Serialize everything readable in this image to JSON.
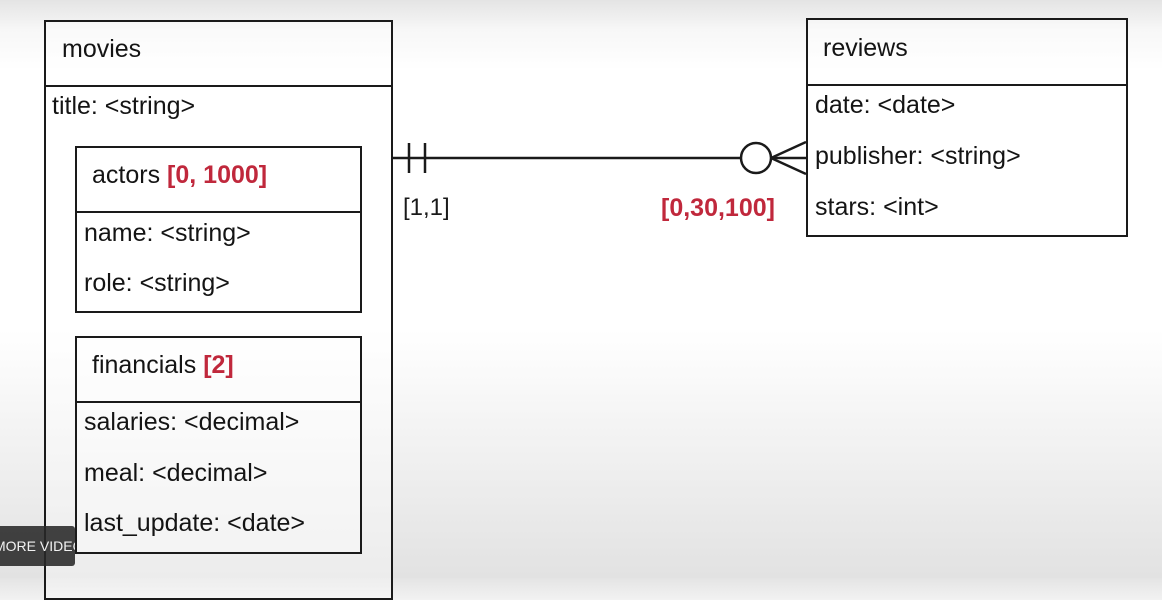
{
  "movies": {
    "title": "movies",
    "fields": [
      "title: <string>"
    ],
    "actors": {
      "name": "actors",
      "cardinality": "[0, 1000]",
      "fields": [
        "name: <string>",
        "role: <string>"
      ]
    },
    "financials": {
      "name": "financials",
      "cardinality": "[2]",
      "fields": [
        "salaries: <decimal>",
        "meal: <decimal>",
        "last_update: <date>"
      ]
    }
  },
  "reviews": {
    "title": "reviews",
    "fields": [
      "date: <date>",
      "publisher: <string>",
      "stars: <int>"
    ]
  },
  "relationship": {
    "left_cardinality": "[1,1]",
    "right_cardinality": "[0,30,100]"
  },
  "overlay": {
    "more_videos_label": "MORE VIDEOS"
  },
  "colors": {
    "accent_red": "#c0283c",
    "line": "#1a1a1a"
  }
}
